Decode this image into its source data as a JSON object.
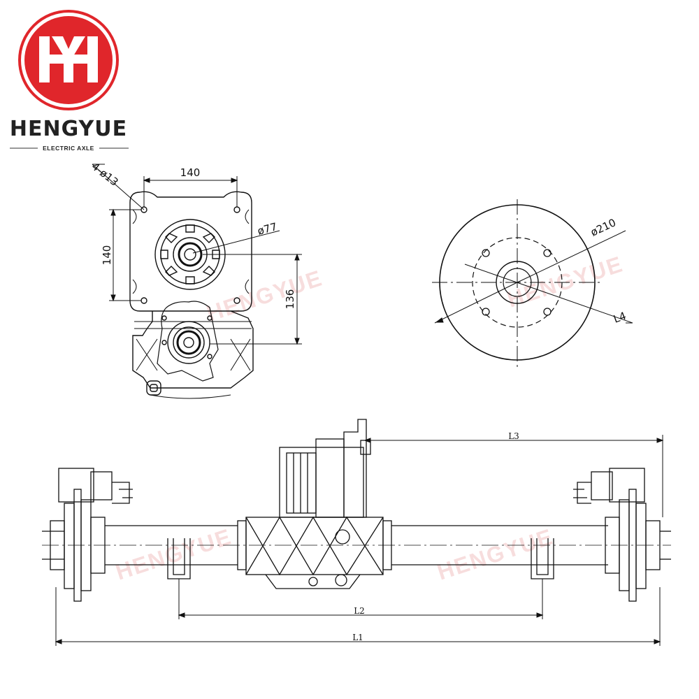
{
  "brand": {
    "logo_monogram": "HY",
    "name": "HENGYUE",
    "tagline": "ELECTRIC AXLE",
    "accent_color": "#e0262b"
  },
  "watermark": "HENGYUE",
  "views": {
    "front_view": {
      "hole_callout": "4-ø13",
      "width_dim": "140",
      "height_dim": "140",
      "bore_dia": "ø77",
      "offset_dim": "136"
    },
    "hub_view": {
      "disc_dia": "ø210",
      "bolt_label": "L4"
    },
    "axle_view": {
      "l1": "L1",
      "l2": "L2",
      "l3": "L3"
    }
  }
}
